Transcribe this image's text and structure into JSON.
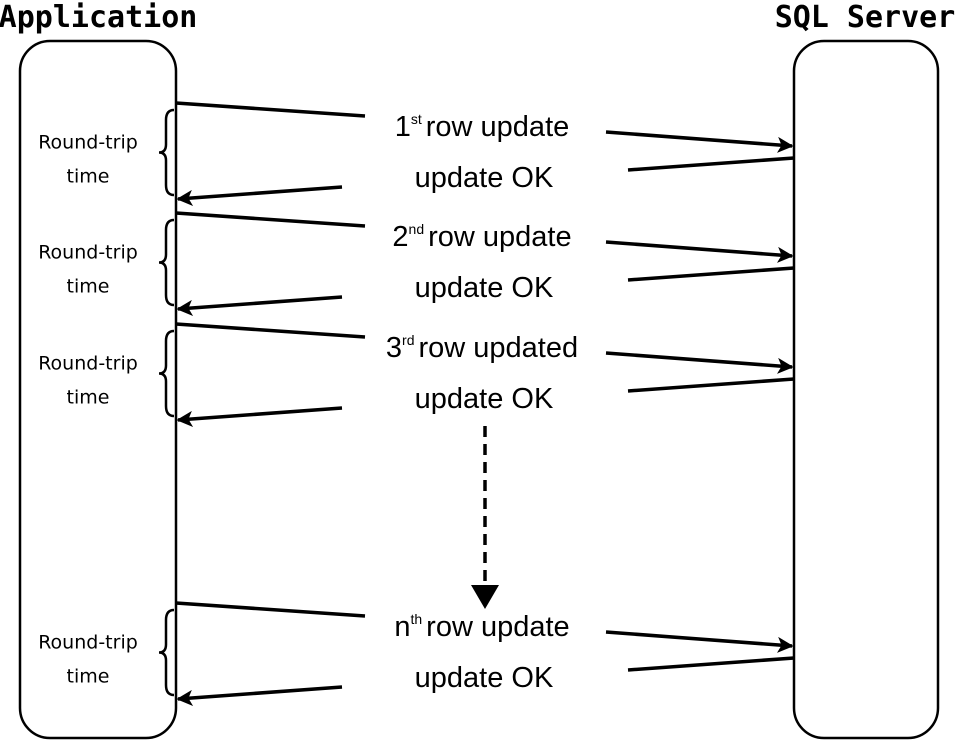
{
  "participants": {
    "application": "Application",
    "sql_server": "SQL Server"
  },
  "exchanges": [
    {
      "ordinal": "1",
      "suffix": "st",
      "request": "row update",
      "response": "update OK",
      "brace_label": [
        "Round-trip",
        "time"
      ]
    },
    {
      "ordinal": "2",
      "suffix": "nd",
      "request": "row update",
      "response": "update OK",
      "brace_label": [
        "Round-trip",
        "time"
      ]
    },
    {
      "ordinal": "3",
      "suffix": "rd",
      "request": "row updated",
      "response": "update OK",
      "brace_label": [
        "Round-trip",
        "time"
      ]
    },
    {
      "ordinal": "n",
      "suffix": "th",
      "request": "row update",
      "response": "update OK",
      "brace_label": [
        "Round-trip",
        "time"
      ]
    }
  ]
}
